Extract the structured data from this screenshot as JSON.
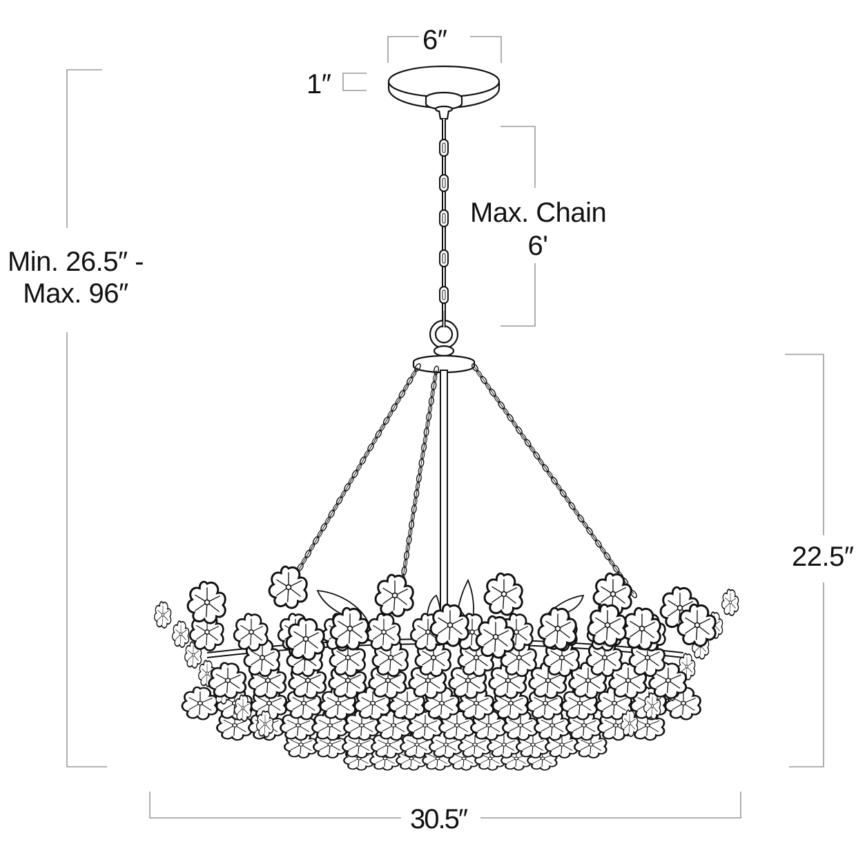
{
  "diagram": {
    "subject": "Flower bowl chandelier dimension drawing",
    "colors": {
      "line_art": "#111111",
      "dimension_lines": "#9a9a9a",
      "background": "#ffffff"
    },
    "dimensions": {
      "canopy_width": "6″",
      "canopy_height": "1″",
      "max_chain_line1": "Max. Chain",
      "max_chain_line2": "6'",
      "overall_height_line1": "Min. 26.5″ -",
      "overall_height_line2": "Max. 96″",
      "body_height": "22.5″",
      "body_width": "30.5″"
    },
    "parts": [
      "canopy",
      "chain",
      "loop",
      "top-plate",
      "suspension-chains",
      "center-rod",
      "flower-bowl"
    ]
  }
}
